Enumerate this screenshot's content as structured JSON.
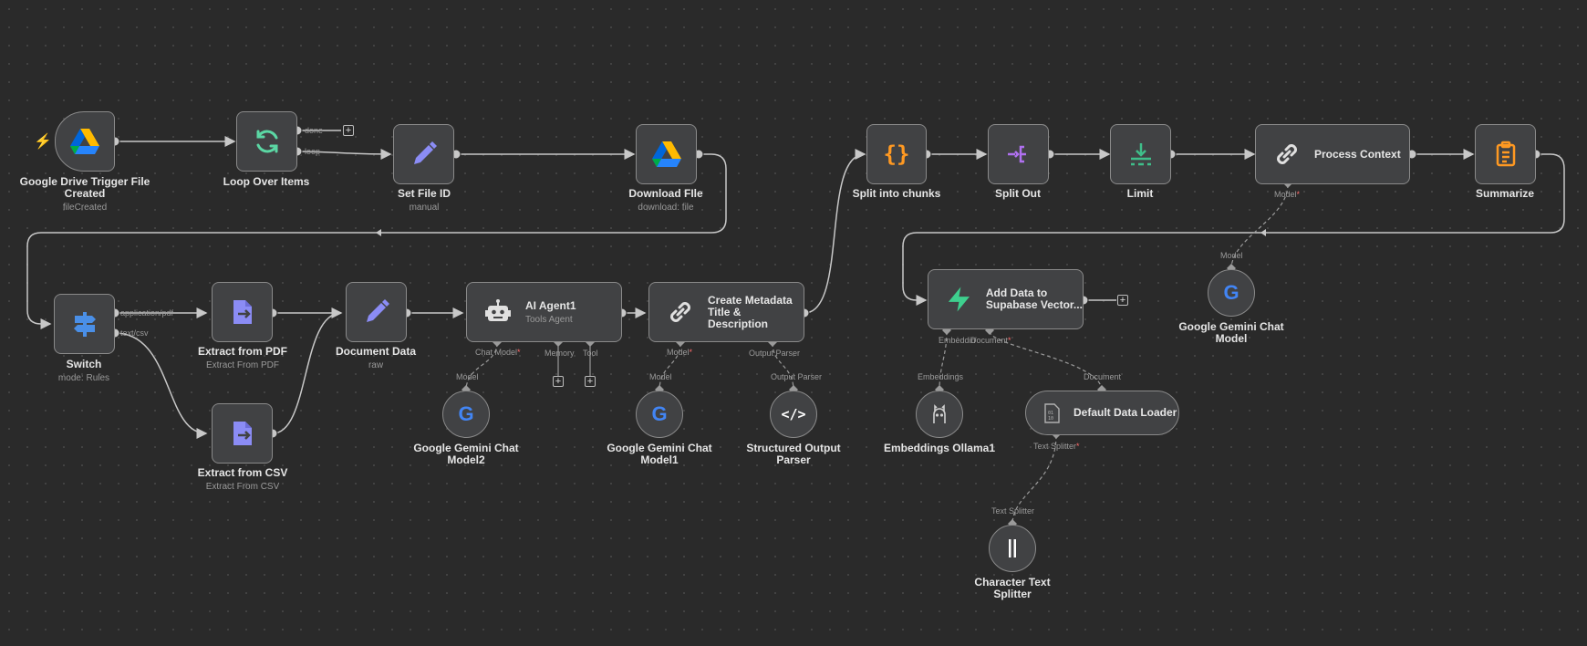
{
  "nodes": {
    "gdrive_trigger": {
      "title": "Google Drive Trigger File Created",
      "subtitle": "fileCreated"
    },
    "loop": {
      "title": "Loop Over Items",
      "out_done": "done",
      "out_loop": "loop"
    },
    "set_file_id": {
      "title": "Set File ID",
      "subtitle": "manual"
    },
    "download_file": {
      "title": "Download FIle",
      "subtitle": "download: file"
    },
    "split_chunks": {
      "title": "Split into chunks"
    },
    "split_out": {
      "title": "Split Out"
    },
    "limit": {
      "title": "Limit"
    },
    "process_context": {
      "title": "Process Context",
      "port_model": "Model"
    },
    "summarize": {
      "title": "Summarize"
    },
    "switch": {
      "title": "Switch",
      "subtitle": "mode: Rules",
      "out_pdf": "application/pdf",
      "out_csv": "text/csv"
    },
    "extract_pdf": {
      "title": "Extract from PDF",
      "subtitle": "Extract From PDF"
    },
    "extract_csv": {
      "title": "Extract from CSV",
      "subtitle": "Extract From CSV"
    },
    "document_data": {
      "title": "Document Data",
      "subtitle": "raw"
    },
    "ai_agent": {
      "title": "AI Agent1",
      "subtitle": "Tools Agent",
      "port_chat_model": "Chat Model",
      "port_memory": "Memory",
      "port_tool": "Tool"
    },
    "create_metadata": {
      "title": "Create Metadata Title & Description",
      "port_model": "Model",
      "port_output_parser": "Output Parser"
    },
    "supabase": {
      "title": "Add Data to Supabase Vector...",
      "port_embedding": "Embeddin",
      "port_document": "Document"
    },
    "gemini2": {
      "title": "Google Gemini Chat Model2",
      "port": "Model"
    },
    "gemini1": {
      "title": "Google Gemini Chat Model1",
      "port": "Model"
    },
    "structured_parser": {
      "title": "Structured Output Parser",
      "port": "Output Parser"
    },
    "ollama": {
      "title": "Embeddings Ollama1",
      "port": "Embeddings"
    },
    "data_loader": {
      "title": "Default Data Loader",
      "port_in": "Document",
      "port_text_splitter": "Text Splitter"
    },
    "gemini": {
      "title": "Google Gemini Chat Model",
      "port": "Model"
    },
    "char_splitter": {
      "title": "Character Text Splitter",
      "port": "Text Splitter"
    }
  },
  "colors": {
    "background": "#2a2a2a",
    "node_fill": "#414244",
    "node_border": "#8a8a8a",
    "edge": "#c8c8c8",
    "required": "#ff6b6b"
  },
  "plus_symbol": "+"
}
